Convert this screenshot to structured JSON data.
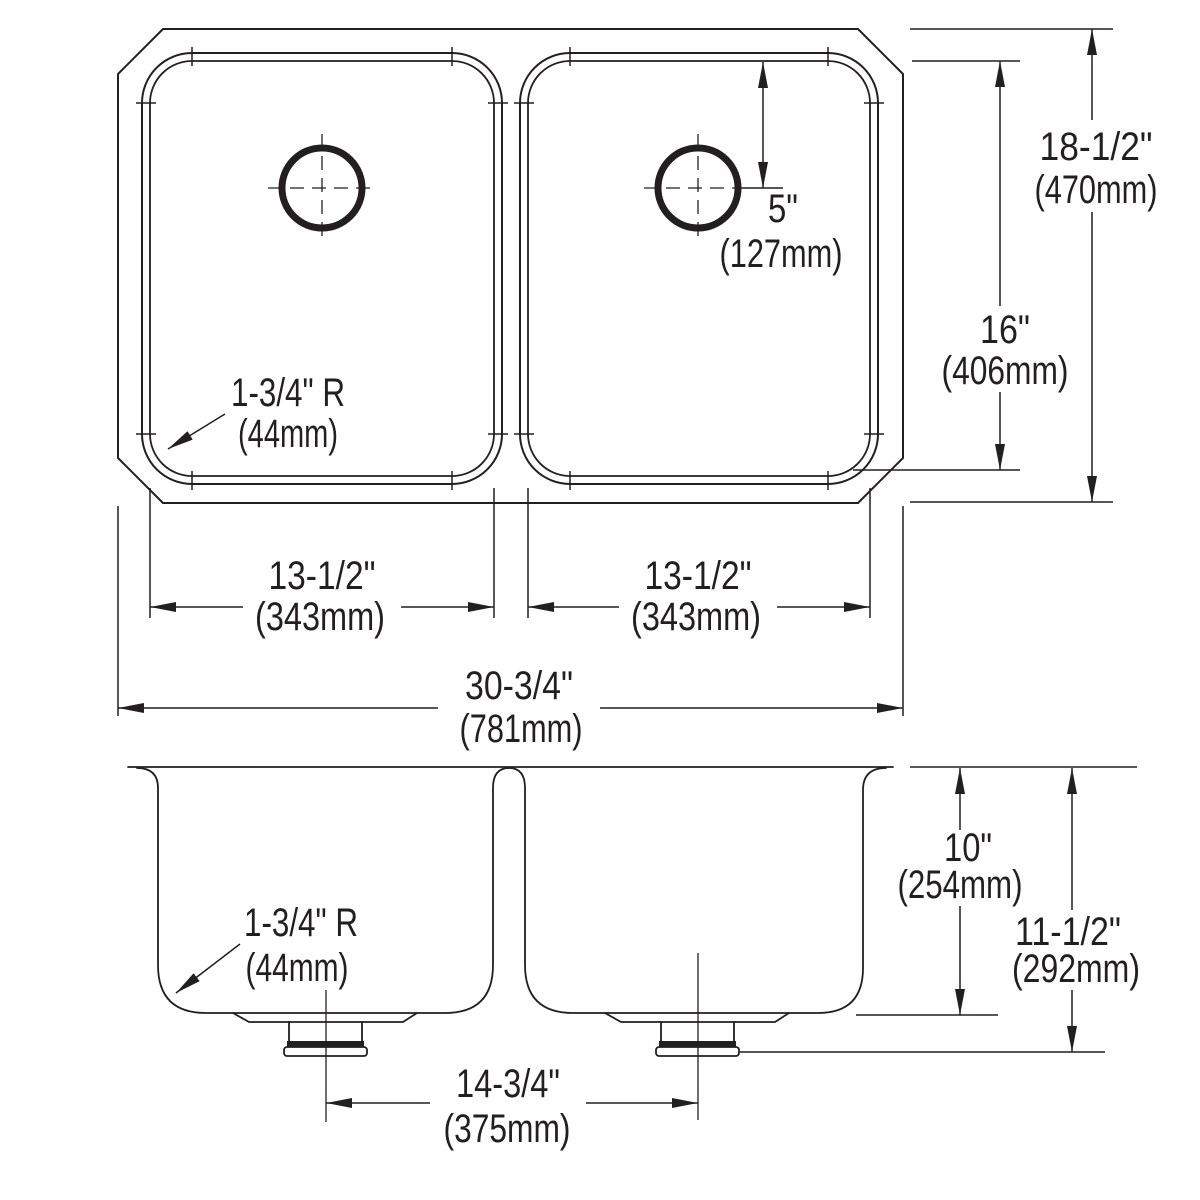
{
  "drawing": {
    "description": "double-bowl undermount sink dimension drawing, plan view and section view",
    "line_color": "#231f20",
    "background_color": "#ffffff"
  },
  "dims": {
    "overall_width": {
      "in": "30-3/4\"",
      "mm": "(781mm)"
    },
    "overall_front_back": {
      "in": "18-1/2\"",
      "mm": "(470mm)"
    },
    "left_bowl_width": {
      "in": "13-1/2\"",
      "mm": "(343mm)"
    },
    "right_bowl_width": {
      "in": "13-1/2\"",
      "mm": "(343mm)"
    },
    "bowl_front_back": {
      "in": "16\"",
      "mm": "(406mm)"
    },
    "drain_from_back": {
      "in": "5\"",
      "mm": "(127mm)"
    },
    "corner_radius_plan": {
      "in": "1-3/4\" R",
      "mm": "(44mm)"
    },
    "corner_radius_section": {
      "in": "1-3/4\" R",
      "mm": "(44mm)"
    },
    "bowl_depth": {
      "in": "10\"",
      "mm": "(254mm)"
    },
    "overall_depth": {
      "in": "11-1/2\"",
      "mm": "(292mm)"
    },
    "drain_spacing": {
      "in": "14-3/4\"",
      "mm": "(375mm)"
    }
  }
}
